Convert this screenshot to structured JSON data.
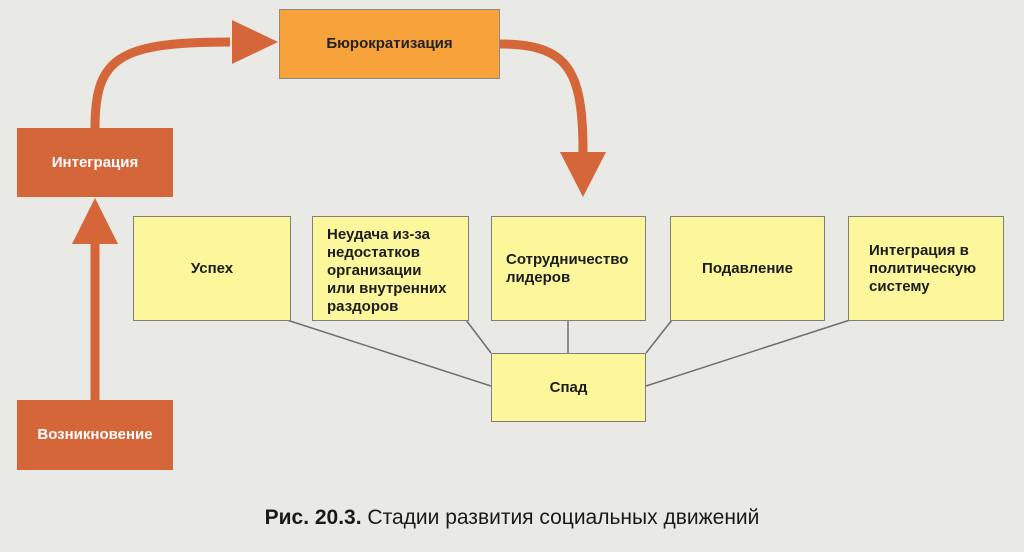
{
  "stages": {
    "emergence": "Возникновение",
    "integration": "Интеграция",
    "bureaucratization": "Бюрократизация",
    "decline": "Спад"
  },
  "outcomes": [
    "Успех",
    "Неудача из-за\nнедостатков\nорганизации\nили внутренних\nраздоров",
    "Сотрудничество\nлидеров",
    "Подавление",
    "Интеграция в\nполитическую\nсистему"
  ],
  "caption": {
    "label": "Рис. 20.3.",
    "text": " Стадии развития социальных движений"
  },
  "colors": {
    "stage": "#d5663a",
    "arrow": "#d5663a",
    "bureaucratization": "#f7a23a",
    "outcome": "#fbf79a",
    "connector": "#6f6f6f",
    "background": "#e9e9e6"
  }
}
